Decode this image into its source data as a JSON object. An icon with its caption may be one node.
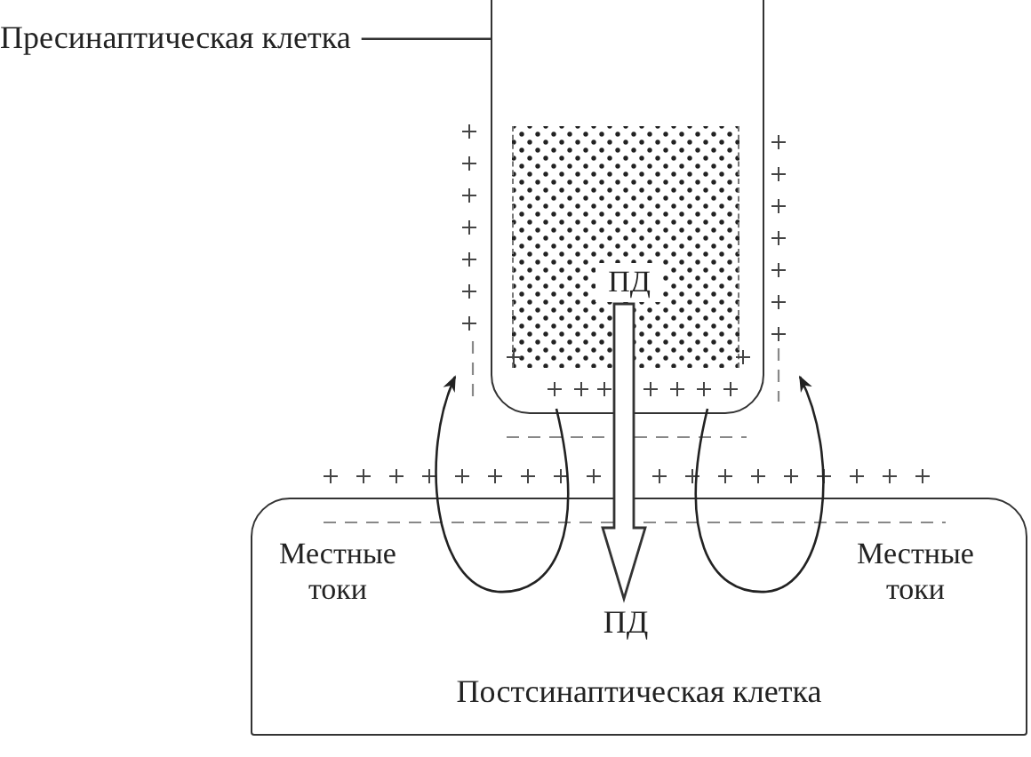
{
  "diagram": {
    "nodes": [
      {
        "text": [
          "Пресинаптическая клетка"
        ]
      },
      {
        "text": [],
        "shape": "box"
      },
      {
        "text": [],
        "shape": "box",
        "in": 1
      },
      {
        "text": [
          "ПД"
        ],
        "in": 2
      },
      {
        "text": [
          "Постсинаптическая клетка"
        ]
      },
      {
        "text": [
          "ПД"
        ],
        "in": 4
      }
    ],
    "edges": [
      {
        "from": 0,
        "to": 1,
        "arrow": "none"
      },
      {
        "from": 3,
        "to": 5,
        "arrow": "to",
        "style": "thick"
      }
    ],
    "labels": [
      "Местные токи",
      "Местные токи"
    ]
  }
}
